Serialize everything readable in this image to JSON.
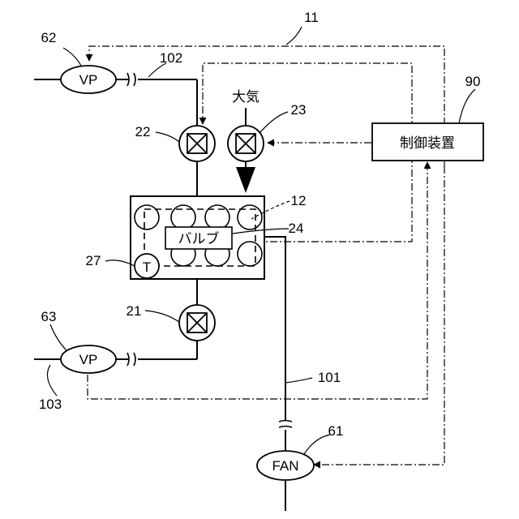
{
  "diagram": {
    "refs": {
      "system": "11",
      "pump_upper": "62",
      "pipe_upper": "102",
      "controller": "90",
      "valve_22": "22",
      "valve_23": "23",
      "chamber": "12",
      "valve_24": "24",
      "sensor_27": "27",
      "valve_21": "21",
      "pump_lower": "63",
      "pipe_lower": "103",
      "pipe_fan": "101",
      "fan": "61"
    },
    "labels": {
      "vp_upper": "VP",
      "vp_lower": "VP",
      "atmosphere": "大気",
      "controller": "制御装置",
      "valve": "バルブ",
      "sensor": "T",
      "fan": "FAN"
    }
  }
}
